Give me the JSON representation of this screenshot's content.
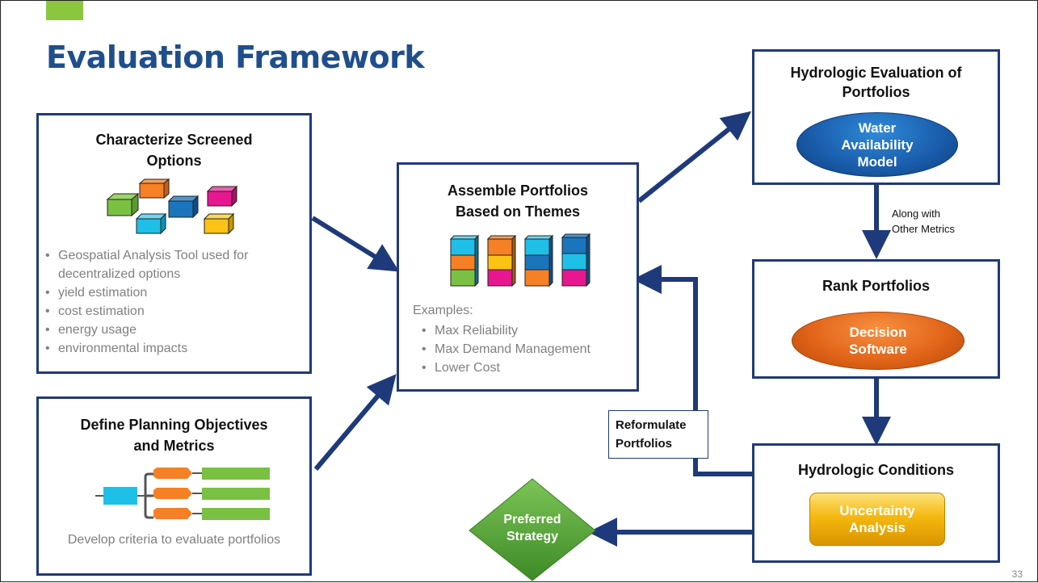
{
  "slide": {
    "title": "Evaluation Framework",
    "page_number": "33"
  },
  "characterize": {
    "title_line1": "Characterize Screened",
    "title_line2": "Options",
    "bullets": [
      "Geospatial Analysis Tool used for decentralized options",
      "yield estimation",
      "cost estimation",
      "energy usage",
      "environmental impacts"
    ]
  },
  "define": {
    "title_line1": "Define Planning Objectives",
    "title_line2": "and Metrics",
    "caption": "Develop criteria to evaluate portfolios"
  },
  "assemble": {
    "title_line1": "Assemble Portfolios",
    "title_line2": "Based on Themes",
    "examples_label": "Examples:",
    "examples": [
      "Max Reliability",
      "Max Demand Management",
      "Lower Cost"
    ]
  },
  "hydro_eval": {
    "title_line1": "Hydrologic Evaluation of",
    "title_line2": "Portfolios",
    "oval_line1": "Water",
    "oval_line2": "Availability",
    "oval_line3": "Model"
  },
  "along_with": {
    "line1": "Along with",
    "line2": "Other Metrics"
  },
  "rank": {
    "title": "Rank Portfolios",
    "oval_line1": "Decision",
    "oval_line2": "Software"
  },
  "reformulate": {
    "line1": "Reformulate",
    "line2": "Portfolios"
  },
  "hydro_cond": {
    "title": "Hydrologic Conditions",
    "button_line1": "Uncertainty",
    "button_line2": "Analysis"
  },
  "preferred": {
    "line1": "Preferred",
    "line2": "Strategy"
  },
  "colors": {
    "box_border": "#1f3a7a",
    "arrow": "#1f3a7a",
    "title": "#1f4e8c",
    "green": "#7ac143",
    "orange": "#f58025",
    "blue": "#1b75bc",
    "cyan": "#1fc0e8",
    "magenta": "#e6178f",
    "yellow": "#fcc314",
    "diamond": "#5aa53a"
  }
}
